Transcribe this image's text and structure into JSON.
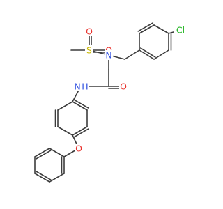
{
  "colors": {
    "bond": "#3c3c3c",
    "oxygen": "#e8312c",
    "nitrogen": "#3050e0",
    "sulfur": "#c9b800",
    "chlorine": "#22b522"
  },
  "atoms": [
    {
      "id": "o_s1",
      "label": "O",
      "element": "oxygen"
    },
    {
      "id": "o_s2",
      "label": "O",
      "element": "oxygen"
    },
    {
      "id": "s",
      "label": "S",
      "element": "sulfur"
    },
    {
      "id": "n_sulfonamide",
      "label": "N",
      "element": "nitrogen"
    },
    {
      "id": "cl",
      "label": "Cl",
      "element": "chlorine"
    },
    {
      "id": "o_amide",
      "label": "O",
      "element": "oxygen"
    },
    {
      "id": "nh_amide",
      "label": "N",
      "element": "nitrogen"
    },
    {
      "id": "h_amide",
      "label": "H",
      "element": "nitrogen"
    },
    {
      "id": "o_ether",
      "label": "O",
      "element": "oxygen"
    }
  ]
}
